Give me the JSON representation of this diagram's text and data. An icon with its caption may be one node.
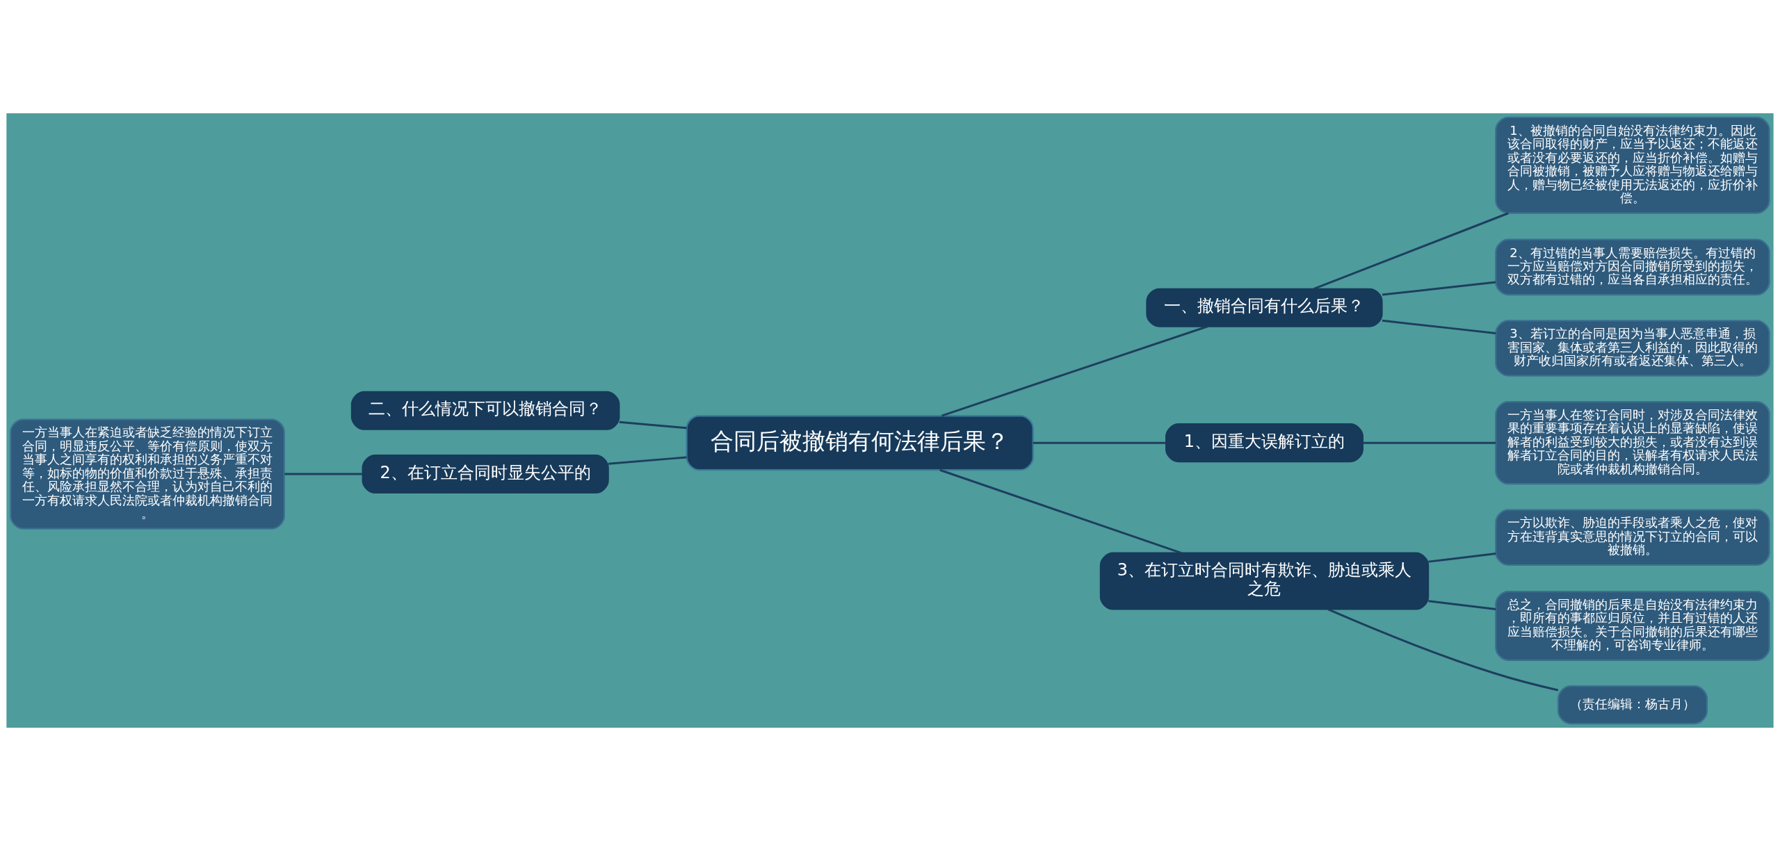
{
  "diagram": {
    "nodes": [
      {
        "text": [
          "合同后被撤销有何法律后果？"
        ]
      },
      {
        "text": [
          "一、撤销合同有什么后果？"
        ]
      },
      {
        "text": [
          "1、被撤销的合同自始没有法律约束力。因此该合同取得的财产，应当予以返还；不能返还或者没有必要返还的，应当折价补偿。如赠与合同被撤销，被赠予人应将赠与物返还给赠与人，赠与物已经被使用无法返还的，应折价补偿。"
        ]
      },
      {
        "text": [
          "2、有过错的当事人需要赔偿损失。有过错的一方应当赔偿对方因合同撤销所受到的损失，双方都有过错的，应当各自承担相应的责任。"
        ]
      },
      {
        "text": [
          "3、若订立的合同是因为当事人恶意串通，损害国家、集体或者第三人利益的，因此取得的财产收归国家所有或者返还集体、第三人。"
        ]
      },
      {
        "text": [
          "1、因重大误解订立的"
        ]
      },
      {
        "text": [
          "一方当事人在签订合同时，对涉及合同法律效果的重要事项存在着认识上的显著缺陷，使误解者的利益受到较大的损失，或者没有达到误解者订立合同的目的，误解者有权请求人民法院或者仲裁机构撤销合同。"
        ]
      },
      {
        "text": [
          "3、在订立时合同时有欺诈、胁迫或乘人之危"
        ]
      },
      {
        "text": [
          "一方以欺诈、胁迫的手段或者乘人之危，使对方在违背真实意思的情况下订立的合同，可以被撤销。"
        ]
      },
      {
        "text": [
          "总之，合同撤销的后果是自始没有法律约束力，即所有的事都应归原位，并且有过错的人还应当赔偿损失。关于合同撤销的后果还有哪些不理解的，可咨询专业律师。"
        ]
      },
      {
        "text": [
          "（责任编辑：杨古月）"
        ]
      },
      {
        "text": [
          "二、什么情况下可以撤销合同？"
        ]
      },
      {
        "text": [
          "2、在订立合同时显失公平的"
        ]
      },
      {
        "text": [
          "一方当事人在紧迫或者缺乏经验的情况下订立合同，明显违反公平、等价有偿原则，使双方当事人之间享有的权利和承担的义务严重不对等，如标的物的价值和价款过于悬殊、承担责任、风险承担显然不合理，认为对自己不利的一方有权请求人民法院或者仲裁机构撤销合同。"
        ]
      }
    ],
    "edges": [
      {
        "from": 0,
        "to": 1,
        "arrow": "none"
      },
      {
        "from": 1,
        "to": 2,
        "arrow": "none"
      },
      {
        "from": 1,
        "to": 3,
        "arrow": "none"
      },
      {
        "from": 1,
        "to": 4,
        "arrow": "none"
      },
      {
        "from": 0,
        "to": 5,
        "arrow": "none"
      },
      {
        "from": 5,
        "to": 6,
        "arrow": "none"
      },
      {
        "from": 0,
        "to": 7,
        "arrow": "none"
      },
      {
        "from": 7,
        "to": 8,
        "arrow": "none"
      },
      {
        "from": 7,
        "to": 9,
        "arrow": "none"
      },
      {
        "from": 7,
        "to": 10,
        "arrow": "none"
      },
      {
        "from": 0,
        "to": 11,
        "arrow": "none"
      },
      {
        "from": 0,
        "to": 12,
        "arrow": "none"
      },
      {
        "from": 12,
        "to": 13,
        "arrow": "none"
      }
    ]
  }
}
